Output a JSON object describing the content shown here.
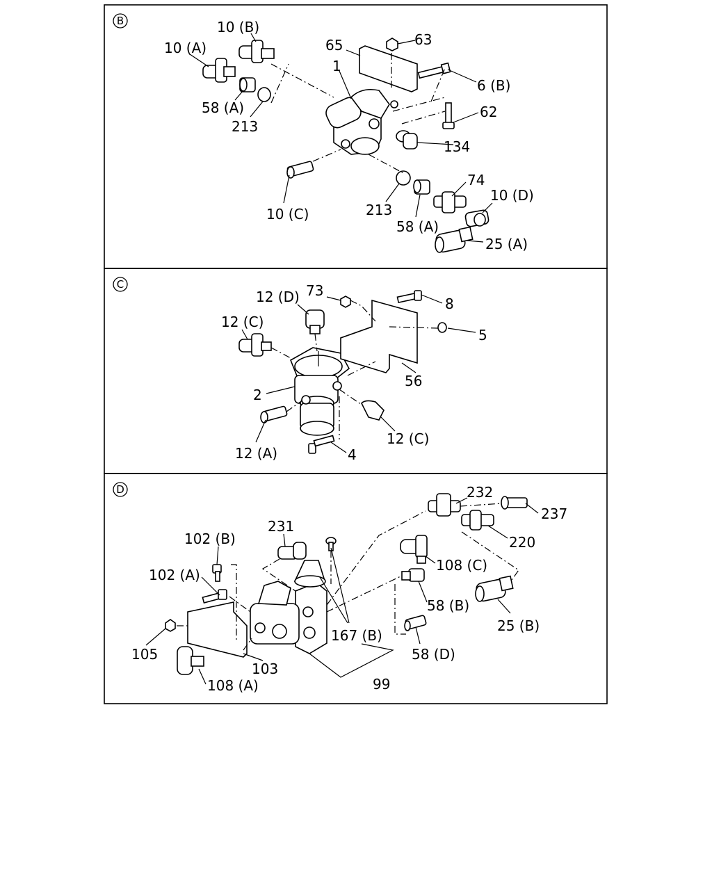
{
  "panels": [
    {
      "id": "B",
      "badge": "B",
      "labels": [
        "10 (B)",
        "10 (A)",
        "65",
        "63",
        "1",
        "6 (B)",
        "58 (A)",
        "213",
        "62",
        "134",
        "10 (C)",
        "213",
        "58 (A)",
        "74",
        "10 (D)",
        "25 (A)"
      ]
    },
    {
      "id": "C",
      "badge": "C",
      "labels": [
        "12 (D)",
        "73",
        "8",
        "12 (C)",
        "5",
        "56",
        "2",
        "12 (A)",
        "12 (C)",
        "4"
      ]
    },
    {
      "id": "D",
      "badge": "D",
      "labels": [
        "232",
        "237",
        "231",
        "102 (B)",
        "220",
        "108 (C)",
        "102 (A)",
        "58 (B)",
        "167 (B)",
        "25 (B)",
        "105",
        "58 (D)",
        "103",
        "108 (A)",
        "99"
      ]
    }
  ]
}
